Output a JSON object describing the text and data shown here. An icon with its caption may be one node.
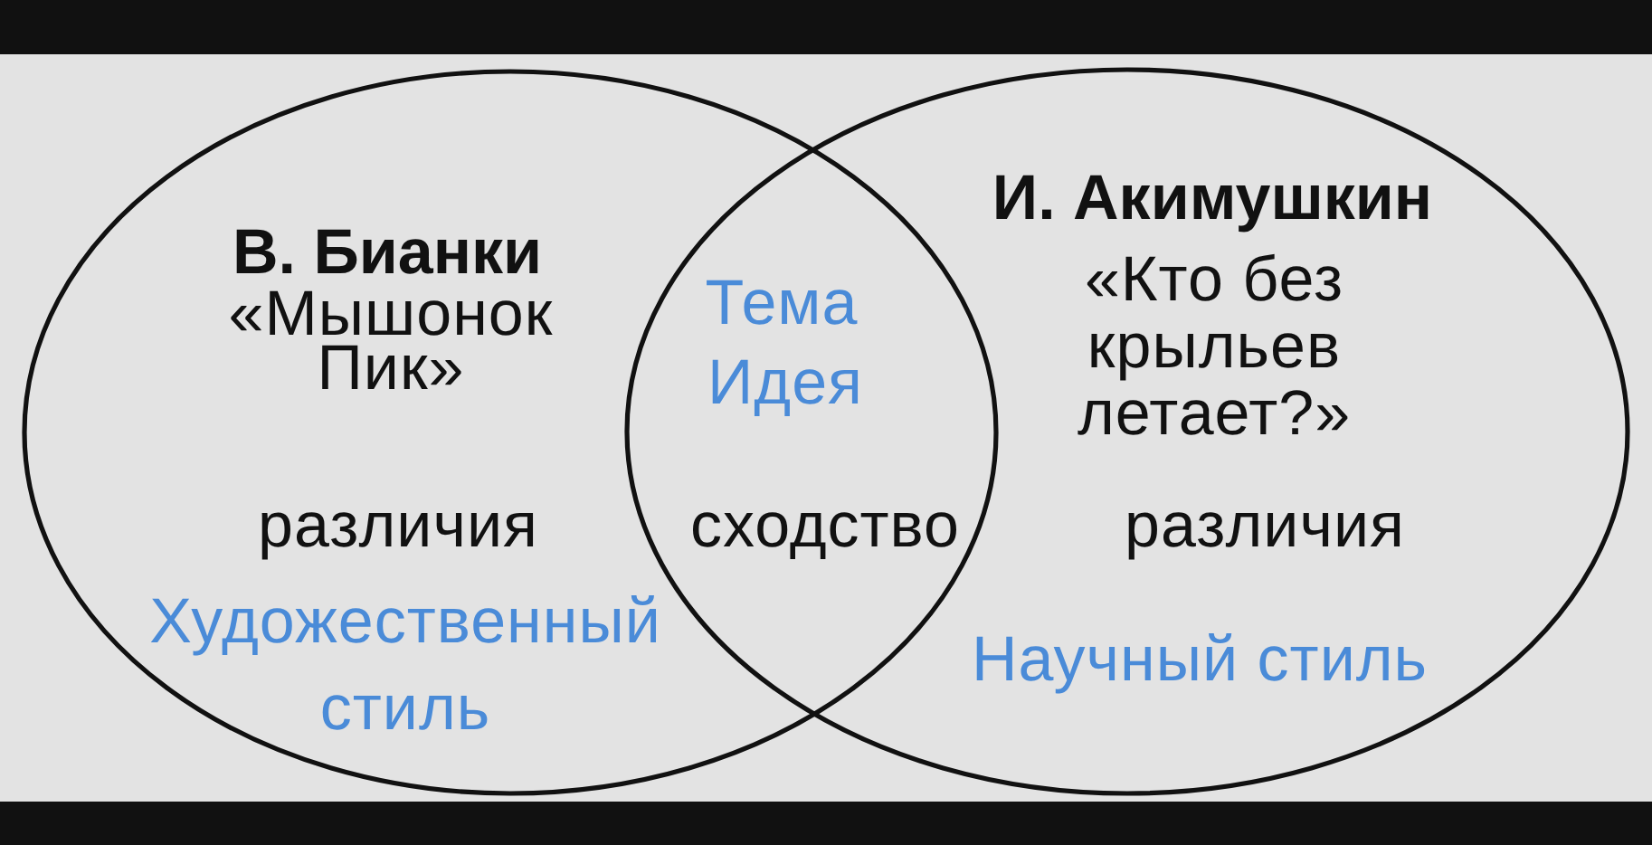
{
  "diagram": {
    "nodes": [
      {
        "text": [
          "В. Бианки",
          "«Мышонок Пик»",
          "различия",
          "Художественный стиль"
        ]
      },
      {
        "text": [
          "И. Акимушкин",
          "«Кто без крыльев летает?»",
          "различия",
          "Научный стиль"
        ]
      }
    ],
    "labels": [
      "Тема",
      "Идея",
      "сходство"
    ]
  }
}
